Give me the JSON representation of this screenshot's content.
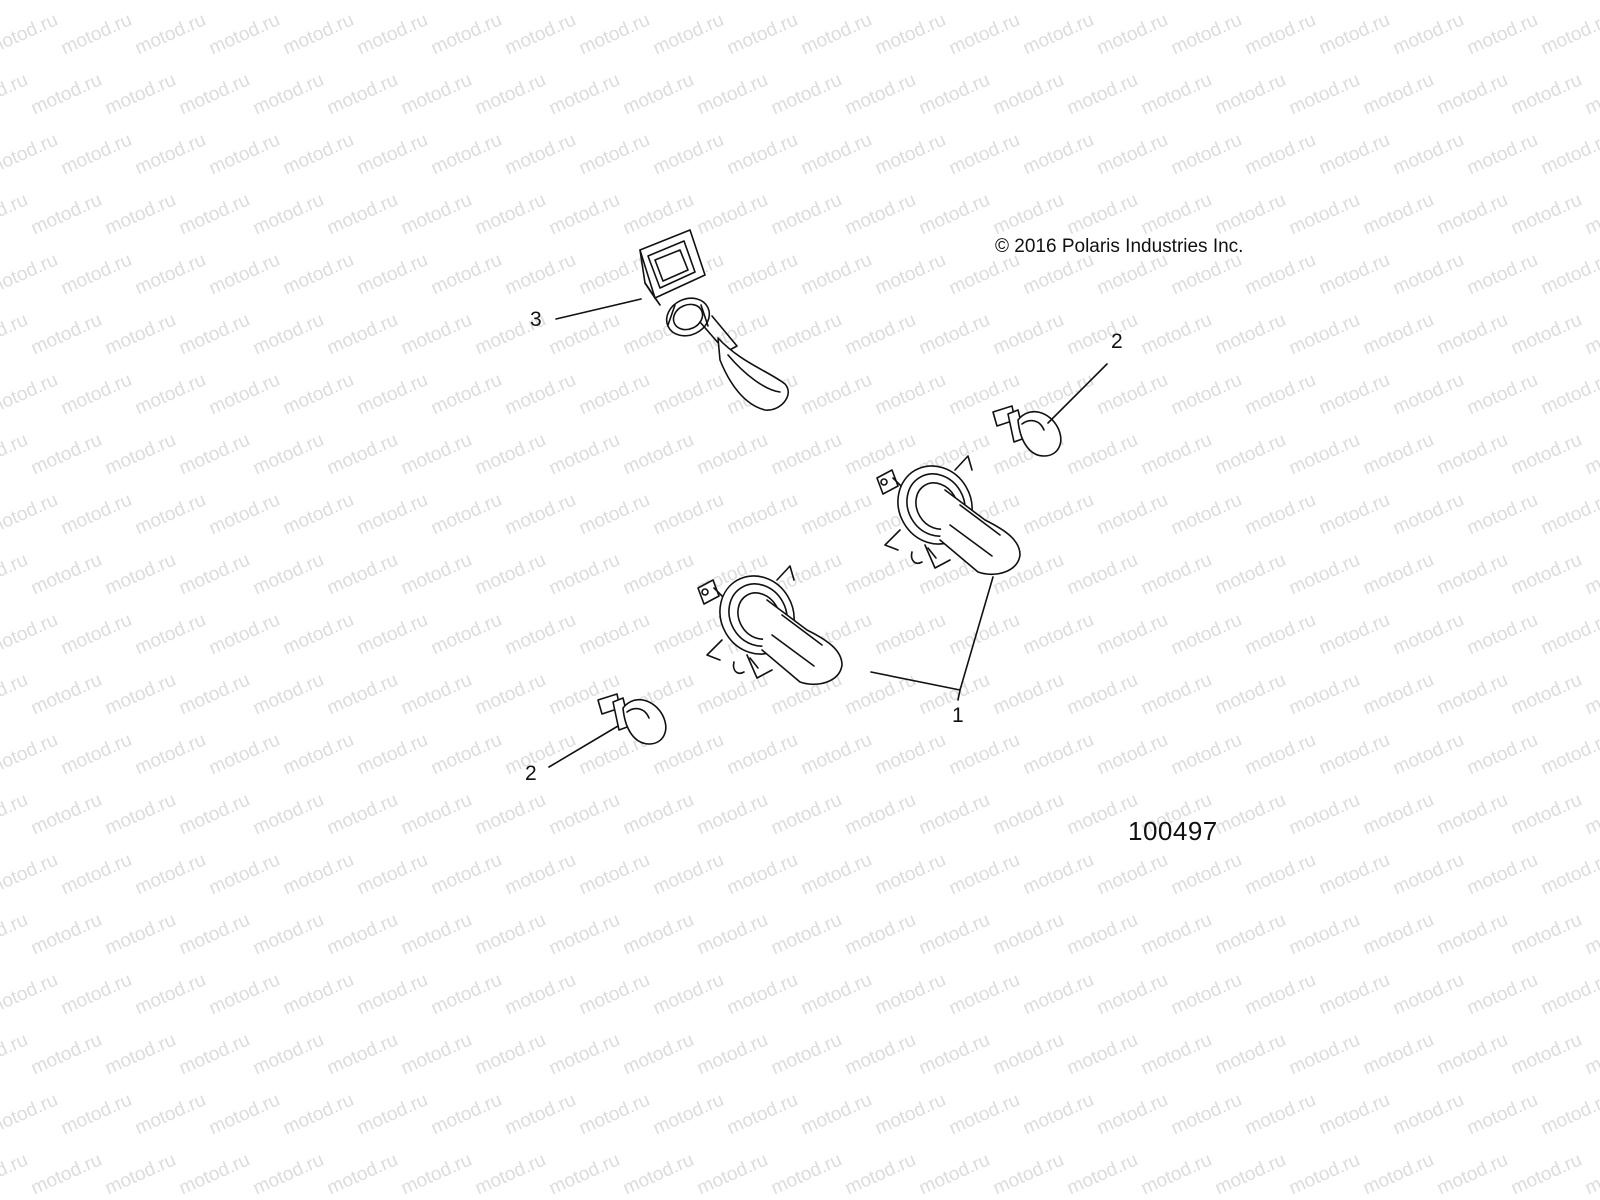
{
  "copyright": "© 2016 Polaris Industries Inc.",
  "diagram_id": "100497",
  "watermark_text": "motod.ru",
  "callouts": [
    {
      "id": "callout-3",
      "label": "3",
      "part": "H-style headlight bulb with connector"
    },
    {
      "id": "callout-2-top",
      "label": "2",
      "part": "Wedge bulb (upper)"
    },
    {
      "id": "callout-1",
      "label": "1",
      "part": "H4 headlight bulbs"
    },
    {
      "id": "callout-2-bottom",
      "label": "2",
      "part": "Wedge bulb (lower)"
    }
  ],
  "colors": {
    "line": "#111111",
    "watermark": "#dcdcdc",
    "background": "#ffffff"
  }
}
